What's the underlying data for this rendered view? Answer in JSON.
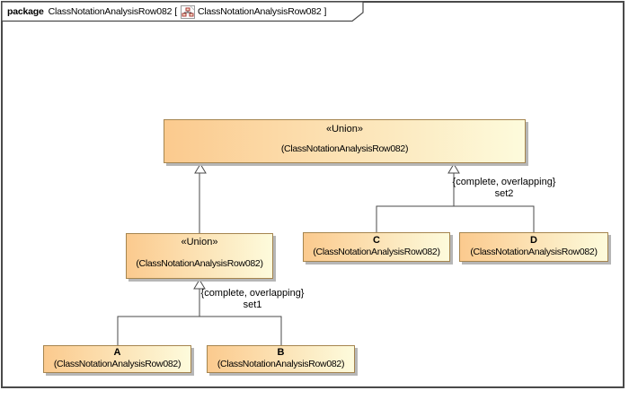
{
  "header": {
    "keyword": "package",
    "package_name": "ClassNotationAnalysisRow082",
    "open_bracket": "[",
    "diagram_name": "ClassNotationAnalysisRow082",
    "close_bracket": "]"
  },
  "nodes": {
    "union_parent": {
      "stereotype": "«Union»",
      "owner": "(ClassNotationAnalysisRow082)"
    },
    "union_child": {
      "stereotype": "«Union»",
      "owner": "(ClassNotationAnalysisRow082)"
    },
    "class_c": {
      "name": "C",
      "owner": "(ClassNotationAnalysisRow082)"
    },
    "class_d": {
      "name": "D",
      "owner": "(ClassNotationAnalysisRow082)"
    },
    "class_a": {
      "name": "A",
      "owner": "(ClassNotationAnalysisRow082)"
    },
    "class_b": {
      "name": "B",
      "owner": "(ClassNotationAnalysisRow082)"
    }
  },
  "generalization_sets": {
    "set2": {
      "constraint": "{complete, overlapping}",
      "name": "set2"
    },
    "set1": {
      "constraint": "{complete, overlapping}",
      "name": "set1"
    }
  },
  "colors": {
    "node-fill-start": "#fbca8e",
    "node-fill-end": "#fdfbdc",
    "node-border": "#a5854f",
    "node-shadow": "#b6b6b6",
    "edge-color": "#4a4a4a",
    "frame-border": "#4a4a4a",
    "icon-accent": "#aa3333"
  }
}
